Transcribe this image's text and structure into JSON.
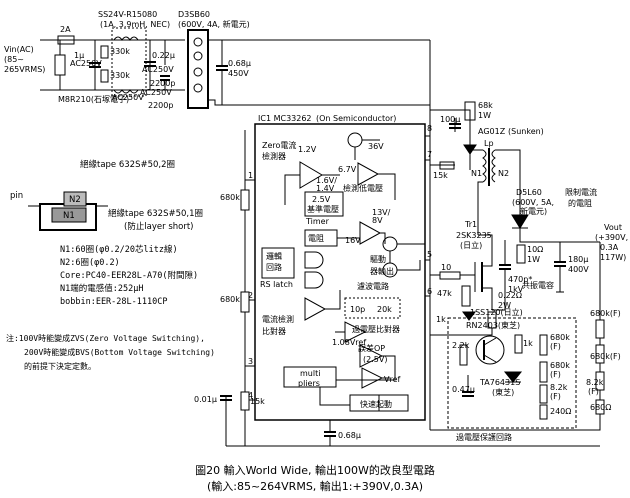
{
  "top": {
    "vin": [
      "Vin(AC)",
      "(85~",
      "265VRMS)"
    ],
    "fuse": "2A",
    "diode_title": "SS24V-R15080",
    "diode_sub": "(1A, 3.9mH, NEC)",
    "bridge_title": "D3SB60",
    "bridge_sub": "(600V, 4A, 新電元)",
    "cap_1u": [
      "1μ",
      "AC250V"
    ],
    "r330a": "330k",
    "r330b": "330k",
    "cap_022": [
      "0.22μ",
      "AC250V"
    ],
    "cap_2200a": [
      "2200p",
      "AC250V"
    ],
    "cap_2200b": [
      "2200p",
      "AC250V"
    ],
    "cap_068": [
      "0.68μ",
      "450V"
    ],
    "varistor": "M8R210(石塚電子)"
  },
  "ic": {
    "title": "IC1 MC33262",
    "title_sub": "(On Semiconductor)",
    "zero_det": [
      "Zero電流",
      "檢測器"
    ],
    "v12": "1.2V",
    "v67": "6.7V",
    "v16": "1.6V/",
    "v14": "1.4V",
    "uvlo": "檢測低電壓",
    "v36": "36V",
    "vref": [
      "2.5V",
      "基準電壓"
    ],
    "timer": "Timer",
    "v13": "13V/",
    "v8": "8V",
    "res": "電阻",
    "v16b": "16V",
    "logic": [
      "邏輯",
      "回路"
    ],
    "rs": "RS latch",
    "driver": [
      "驅動",
      "器輸出"
    ],
    "filter": "濾波電路",
    "cur_cmp": [
      "電流檢測",
      "比對器"
    ],
    "p10": "10p",
    "r20k": "20k",
    "ov_cmp": "過電壓比對器",
    "v108": "1.08Vref",
    "err": [
      "誤差OP",
      "(2.5V)"
    ],
    "mult": [
      "multi",
      "pliers"
    ],
    "vref_pin": "Vref",
    "fast": "快速起動",
    "pins": [
      "8",
      "7",
      "5",
      "6",
      "1",
      "2",
      "3",
      "4"
    ]
  },
  "transformer": {
    "r68k": [
      "68k",
      "1W"
    ],
    "c100u": "100μ",
    "zener": "AG01Z",
    "zener_maker": "(Sunken)",
    "lp": "Lp",
    "n1": "N1",
    "n2": "N2",
    "r15k": "15k"
  },
  "power": {
    "diode": [
      "D5L60",
      "(600V, 5A,",
      "新電元)"
    ],
    "limit": [
      "限制電流",
      "的電阻"
    ],
    "mosfet": "Tr1",
    "mosfet_part": [
      "2SK3235",
      "(日立)"
    ],
    "r10": [
      "10Ω",
      "1W"
    ],
    "r10b": "10",
    "r47k": "47k",
    "c470": [
      "470p*",
      "1kV"
    ],
    "r022": [
      "0.22Ω",
      "2W"
    ],
    "cout": [
      "180μ",
      "400V"
    ],
    "vout": [
      "Vout",
      "(+390V,",
      "0.3A",
      "117W)"
    ],
    "resonance": "共振電容",
    "r1k": "1k"
  },
  "protect": {
    "diode": [
      "1SS120(日立)"
    ],
    "ic": "RN2403(東芝)",
    "r22k": "2.2k",
    "c047": [
      "0.47μ"
    ],
    "r1k": "1k",
    "tl": [
      "TA76431S",
      "(東芝)"
    ],
    "r680a": [
      "680k",
      "(F)"
    ],
    "r680b": [
      "680k",
      "(F)"
    ],
    "r82a": [
      "8.2k",
      "(F)"
    ],
    "r240": "240Ω",
    "ro680a": "680k(F)",
    "ro680b": "680k(F)",
    "ro82": [
      "8.2k",
      "(F)"
    ],
    "ro680c": "680Ω",
    "title": "過電壓保護回路"
  },
  "left": {
    "r680a": "680k",
    "r680b": "680k",
    "c001": "0.01μ",
    "r15k": "15k",
    "c068": "0.68μ"
  },
  "spec": {
    "tape_top": "絕緣tape 632S#50,2圈",
    "pin": "pin",
    "n1": "N1",
    "n2": "N2",
    "tape_mid": "絕緣tape 632S#50,1圈",
    "short": "(防止layer short)",
    "lines": [
      "N1:60圈(φ0.2/20芯litz線)",
      "N2:6圈(φ0.2)",
      "Core:PC40-EER28L-A70(附間隙)",
      "N1端的電感值:252μH",
      "bobbin:EER-28L-1110CP"
    ]
  },
  "note": [
    "注:100V時能變成ZVS(Zero Voltage Switching),",
    "200V時能變成BVS(Bottom Voltage Switching)",
    "的前提下決定定數。"
  ],
  "caption": {
    "line1": "圖20 輸入World Wide, 輸出100W的改良型電路",
    "line2": "(輸入:85~264VRMS, 輸出1:+390V,0.3A)"
  }
}
